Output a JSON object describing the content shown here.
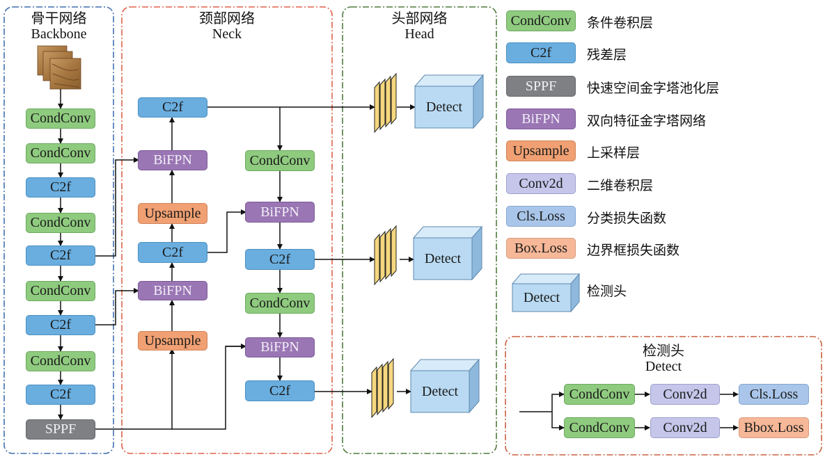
{
  "sections": {
    "backbone": {
      "title_cn": "骨干网络",
      "title_en": "Backbone"
    },
    "neck": {
      "title_cn": "颈部网络",
      "title_en": "Neck"
    },
    "head": {
      "title_cn": "头部网络",
      "title_en": "Head"
    },
    "detect": {
      "title_cn": "检测头",
      "title_en": "Detect"
    }
  },
  "backbone_blocks": [
    "CondConv",
    "CondConv",
    "C2f",
    "CondConv",
    "C2f",
    "CondConv",
    "C2f",
    "CondConv",
    "C2f",
    "SPPF"
  ],
  "neck_left_blocks": [
    "C2f",
    "BiFPN",
    "Upsample",
    "C2f",
    "BiFPN",
    "Upsample"
  ],
  "neck_right_blocks": [
    "CondConv",
    "BiFPN",
    "C2f",
    "CondConv",
    "BiFPN",
    "C2f"
  ],
  "head_blocks": [
    "Detect",
    "Detect",
    "Detect"
  ],
  "legend": [
    {
      "label": "CondConv",
      "desc": "条件卷积层"
    },
    {
      "label": "C2f",
      "desc": "残差层"
    },
    {
      "label": "SPPF",
      "desc": "快速空间金字塔池化层"
    },
    {
      "label": "BiFPN",
      "desc": "双向特征金字塔网络"
    },
    {
      "label": "Upsample",
      "desc": "上采样层"
    },
    {
      "label": "Conv2d",
      "desc": "二维卷积层"
    },
    {
      "label": "Cls.Loss",
      "desc": "分类损失函数"
    },
    {
      "label": "Box.Loss",
      "desc": "边界框损失函数"
    },
    {
      "label": "Detect",
      "desc": "检测头"
    }
  ],
  "detect_detail": {
    "row1": [
      "CondConv",
      "Conv2d",
      "Cls.Loss"
    ],
    "row2": [
      "CondConv",
      "Conv2d",
      "Bbox.Loss"
    ]
  },
  "colors": {
    "condconv": "#8fcb7f",
    "c2f": "#6aaedf",
    "sppf": "#7e8084",
    "bifpn": "#9a76b4",
    "upsample": "#f0a072",
    "conv2d": "#c5c6ea",
    "clsloss": "#a9c6ea",
    "boxloss": "#f6b898",
    "detect": "#b9daf2",
    "backbone_border": "#3f6fb0",
    "neck_border": "#e0604a",
    "head_border": "#4f7a3f",
    "detect_border": "#c8613e"
  }
}
